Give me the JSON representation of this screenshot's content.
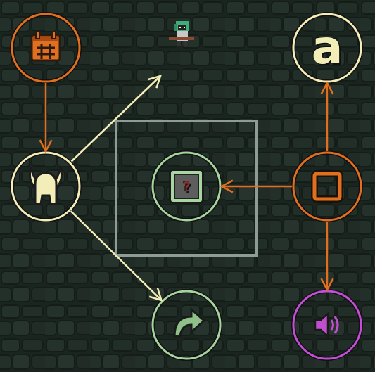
{
  "diagram": {
    "nodes": [
      {
        "text": []
      },
      {
        "text": [
          "a"
        ]
      },
      {
        "text": []
      },
      {
        "text": []
      },
      {
        "text": [
          "?"
        ],
        "in": 3
      },
      {
        "text": []
      },
      {
        "text": []
      },
      {
        "text": []
      }
    ],
    "edges": [
      {
        "from": 0,
        "to": 2,
        "arrow": "to"
      },
      {
        "from": 2,
        "to": 6,
        "arrow": "to"
      },
      {
        "from": 5,
        "to": 1,
        "arrow": "to"
      },
      {
        "from": 5,
        "to": 4,
        "arrow": "to"
      },
      {
        "from": 5,
        "to": 7,
        "arrow": "to"
      }
    ]
  }
}
